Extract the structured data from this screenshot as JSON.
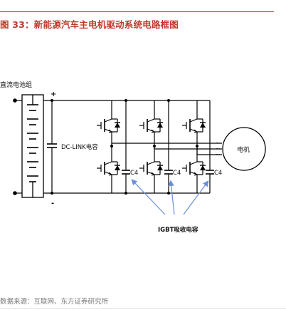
{
  "figure": {
    "title": "图 33：新能源汽车主电机驱动系统电路框图",
    "source": "数据来源：互联网、东方证券研究所",
    "colors": {
      "title": "#c0392b",
      "arrow": "#6a8fd8",
      "wire": "#000000",
      "source": "#777777"
    }
  },
  "diagram": {
    "battery_label": "直流电池组",
    "plus_sign": "+",
    "minus_sign": "-",
    "dclink_label": "DC-LINK电容",
    "motor_label": "电机",
    "snubber_cap_label": "C4",
    "igbt_caption": "IGBT吸收电容",
    "phase_marks": [
      "~",
      "~",
      "~"
    ]
  }
}
